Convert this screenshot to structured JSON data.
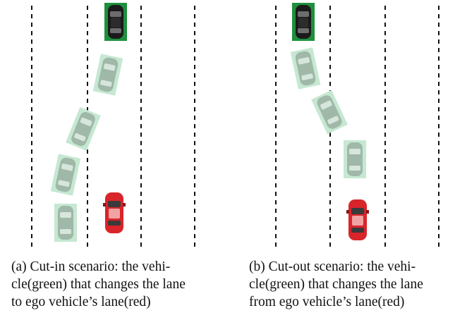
{
  "panels": [
    {
      "id": "a",
      "caption_lines": [
        "(a) Cut-in scenario: the vehi-",
        "cle(green) that changes the lane",
        "to ego vehicle’s lane(red)"
      ]
    },
    {
      "id": "b",
      "caption_lines": [
        "(b) Cut-out scenario: the vehi-",
        "cle(green) that changes the lane",
        "from ego vehicle’s lane(red)"
      ]
    }
  ],
  "colors": {
    "lane_line": "#111111",
    "lead_car_body": "#1a1a1a",
    "lead_car_box": "#1e8f3c",
    "ghost_car_body": "#9fb8a8",
    "ghost_car_box": "#c6e8d2",
    "ego_car_body": "#d9242a"
  },
  "legend_words": {
    "lead_vehicle": "black car in green box",
    "ego_vehicle": "red car",
    "changing_vehicle": "faded green car"
  }
}
